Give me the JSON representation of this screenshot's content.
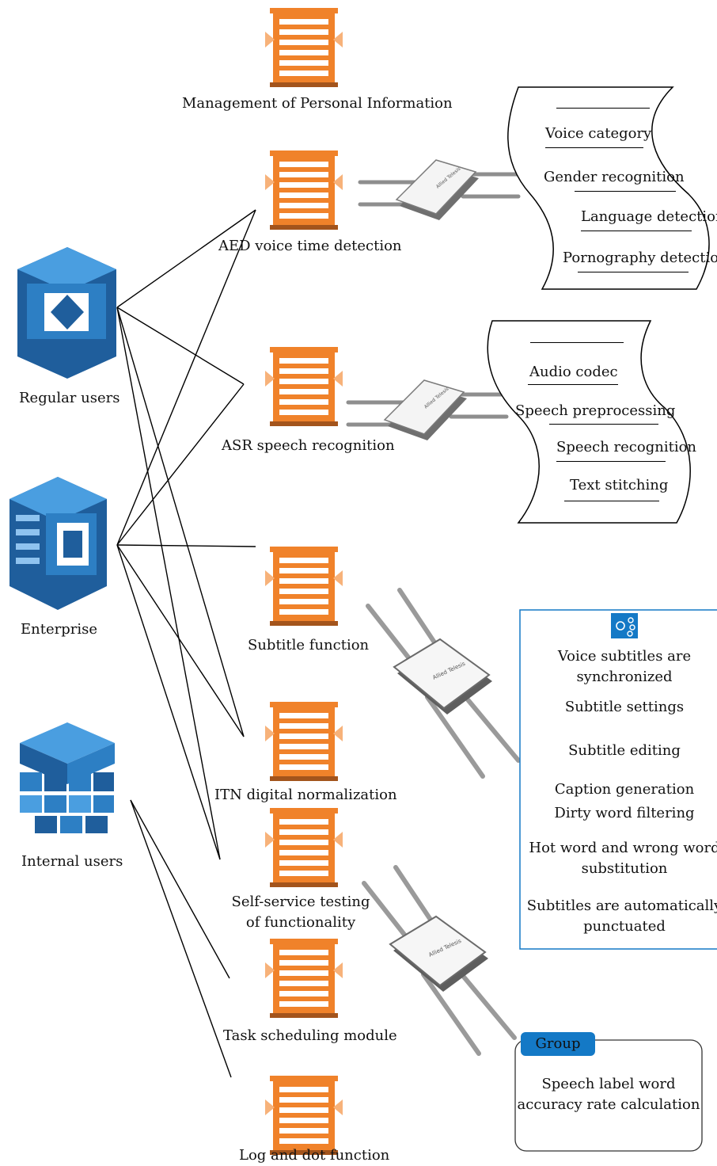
{
  "users": [
    {
      "label": "Regular users"
    },
    {
      "label": "Enterprise"
    },
    {
      "label": "Internal users"
    }
  ],
  "modules": [
    {
      "label": "Management of Personal Information"
    },
    {
      "label": "AED voice time detection"
    },
    {
      "label": "ASR speech recognition"
    },
    {
      "label": "Subtitle function"
    },
    {
      "label": "ITN digital normalization"
    },
    {
      "label": "Self-service testing of functionality"
    },
    {
      "label": "Task scheduling module"
    },
    {
      "label": "Log and dot function"
    }
  ],
  "aed_panel": {
    "items": [
      "Voice category",
      "Gender recognition",
      "Language detection",
      "Pornography detection"
    ]
  },
  "asr_panel": {
    "items": [
      "Audio codec",
      "Speech preprocessing",
      "Speech recognition",
      "Text stitching"
    ]
  },
  "subtitle_panel": {
    "items": [
      "Voice subtitles are synchronized",
      "Subtitle settings",
      "Subtitle editing",
      "Caption generation",
      "Dirty word filtering",
      "Hot word and wrong word substitution",
      "Subtitles are automatically punctuated"
    ]
  },
  "group_panel": {
    "tag": "Group",
    "text": "Speech label word accuracy rate calculation"
  },
  "colors": {
    "server_orange": "#f0822a",
    "server_base": "#a3541c",
    "aws_blue_dark": "#1f5e9c",
    "aws_blue": "#2d7fc4",
    "aws_blue_light": "#4a9ee0",
    "accent_blue": "#1479c6"
  }
}
